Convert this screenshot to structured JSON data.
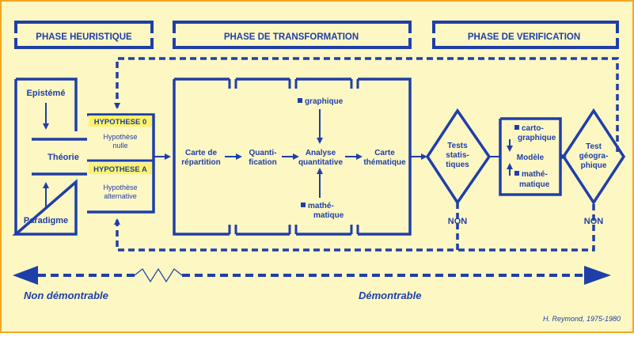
{
  "colors": {
    "background": "#fdf7c3",
    "frame": "#f5a623",
    "ink": "#1f3fa8",
    "highlight": "#fff36a"
  },
  "phases": {
    "heuristic": "PHASE HEURISTIQUE",
    "transformation": "PHASE  DE TRANSFORMATION",
    "verification": "PHASE DE VERIFICATION"
  },
  "heuristic": {
    "episteme": "Epistémé",
    "theorie": "Théorie",
    "paradigme": "Paradigme",
    "h0_title": "HYPOTHESE 0",
    "h0_text": [
      "Hypothèse",
      "nulle"
    ],
    "ha_title": "HYPOTHESE A",
    "ha_text": [
      "Hypothèse",
      "alternative"
    ]
  },
  "transformation": {
    "carte_repartition": [
      "Carte de",
      "répartition"
    ],
    "quantification": [
      "Quanti-",
      "fication"
    ],
    "graphique": "graphique",
    "analyse": [
      "Analyse",
      "quantitative"
    ],
    "mathematique": [
      "mathé-",
      "matique"
    ],
    "carte_thematique": [
      "Carte",
      "thématique"
    ]
  },
  "verification": {
    "tests": [
      "Tests",
      "statis-",
      "tiques"
    ],
    "non1": "NON",
    "cartographique": [
      "carto-",
      "graphique"
    ],
    "modele": "Modèle",
    "mathematique": [
      "mathé-",
      "matique"
    ],
    "test_geo": [
      "Test",
      "géogra-",
      "phique"
    ],
    "non2": "NON"
  },
  "bottom": {
    "non_demontrable": "Non démontrable",
    "demontrable": "Démontrable",
    "credit": "H. Reymond, 1975-1980"
  }
}
